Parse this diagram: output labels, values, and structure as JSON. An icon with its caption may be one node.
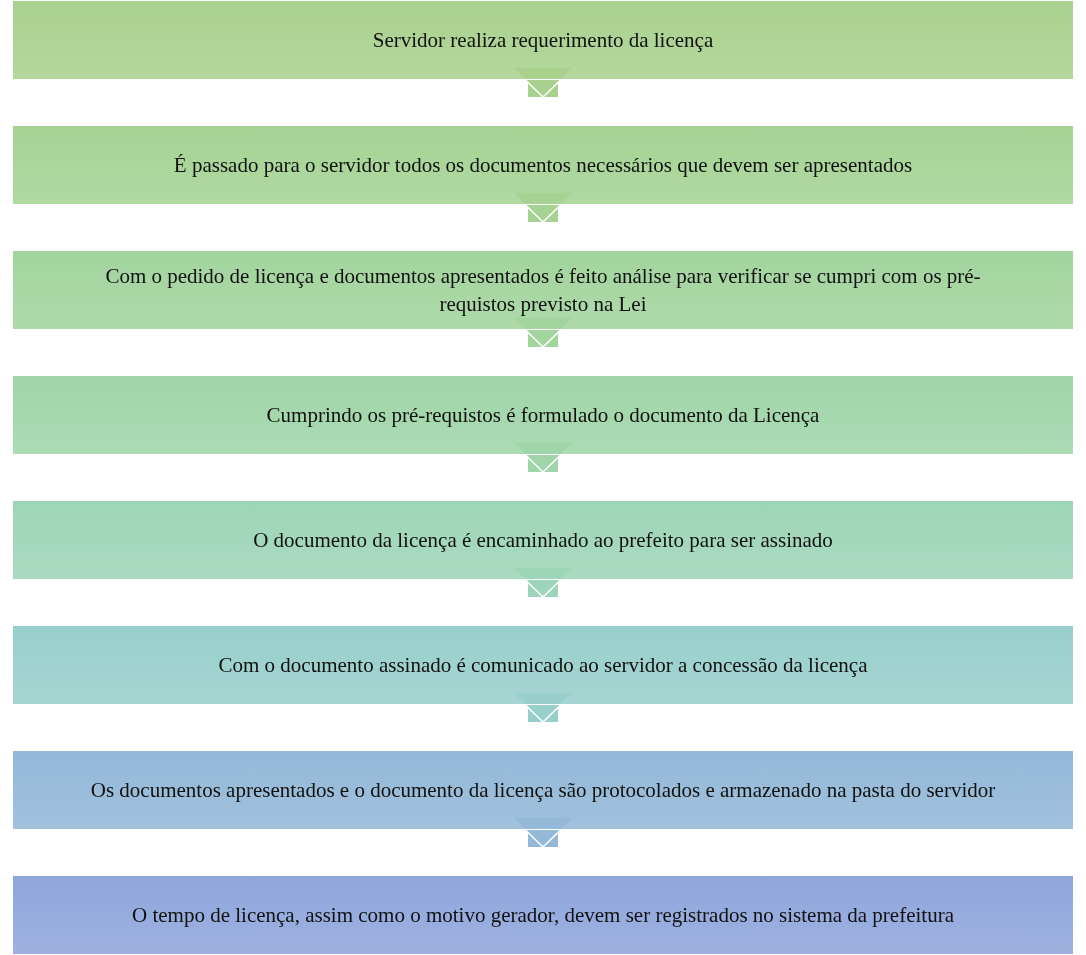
{
  "diagram": {
    "nodes": [
      {
        "text": [
          "Servidor realiza requerimento da licença"
        ]
      },
      {
        "text": [
          "É passado para o servidor todos os documentos necessários que devem ser apresentados"
        ]
      },
      {
        "text": [
          "Com o pedido de licença e documentos apresentados é feito análise para verificar se cumpri com os pré-requistos previsto na Lei"
        ]
      },
      {
        "text": [
          "Cumprindo os pré-requistos é formulado o documento da Licença"
        ]
      },
      {
        "text": [
          "O documento da licença é encaminhado ao prefeito para ser assinado"
        ]
      },
      {
        "text": [
          "Com o documento assinado é comunicado ao servidor a concessão da licença"
        ]
      },
      {
        "text": [
          "Os documentos apresentados e o documento da licença são protocolados e armazenado na pasta do servidor"
        ]
      },
      {
        "text": [
          "O tempo de licença, assim como o motivo gerador, devem ser registrados no sistema da prefeitura"
        ]
      }
    ],
    "edges": [
      {
        "from": 0,
        "to": 1,
        "arrow": "to"
      },
      {
        "from": 1,
        "to": 2,
        "arrow": "to"
      },
      {
        "from": 2,
        "to": 3,
        "arrow": "to"
      },
      {
        "from": 3,
        "to": 4,
        "arrow": "to"
      },
      {
        "from": 4,
        "to": 5,
        "arrow": "to"
      },
      {
        "from": 5,
        "to": 6,
        "arrow": "to"
      },
      {
        "from": 6,
        "to": 7,
        "arrow": "to"
      }
    ]
  }
}
